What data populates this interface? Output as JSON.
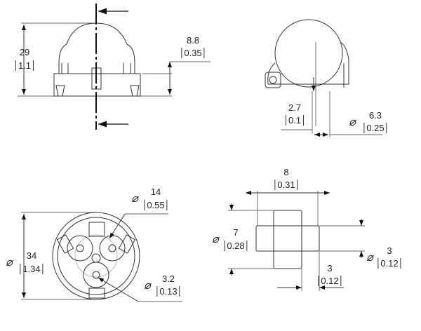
{
  "diameter_symbol": "⌀",
  "views": {
    "side": {
      "height": {
        "mm": "29",
        "in": "1.1"
      },
      "base_height": {
        "mm": "8.8",
        "in": "0.35"
      }
    },
    "section": {
      "offset": {
        "mm": "2.7",
        "in": "0.1"
      },
      "hole": {
        "mm": "6.3",
        "in": "0.25"
      }
    },
    "bottom": {
      "outer": {
        "mm": "34",
        "in": "1.34"
      },
      "pocket": {
        "mm": "14",
        "in": "0.55"
      },
      "hole": {
        "mm": "3.2",
        "in": "0.13"
      }
    },
    "shaft": {
      "length": {
        "mm": "8",
        "in": "0.31"
      },
      "body": {
        "mm": "7",
        "in": "0.28"
      },
      "pin_dia": {
        "mm": "3",
        "in": "0.12"
      },
      "pin_len": {
        "mm": "3",
        "in": "0.12"
      }
    }
  }
}
